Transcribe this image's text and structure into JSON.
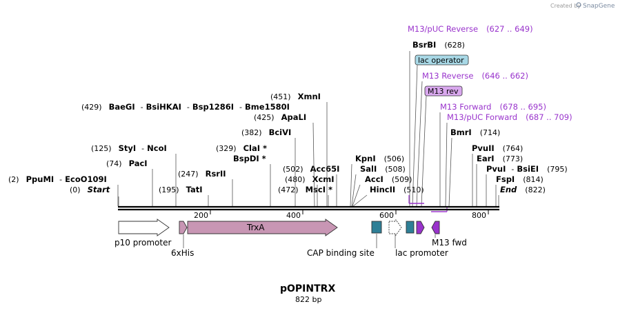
{
  "credit": {
    "text": "Created by",
    "brand": "SnapGene"
  },
  "map": {
    "title": "pOPINTRX",
    "size": "822 bp",
    "total_bp": 822
  },
  "ruler": {
    "ticks": [
      {
        "bp": 200,
        "label": "200"
      },
      {
        "bp": 400,
        "label": "400"
      },
      {
        "bp": 600,
        "label": "600"
      },
      {
        "bp": 800,
        "label": "800"
      }
    ]
  },
  "sites": [
    {
      "id": "ppumi",
      "pos": "(2)",
      "names": [
        "PpuMI",
        "EcoO109I"
      ],
      "bp": 2
    },
    {
      "id": "start",
      "pos": "(0)",
      "names": [
        "Start"
      ],
      "bp": 0,
      "italic": true
    },
    {
      "id": "styi",
      "pos": "(125)",
      "names": [
        "StyI",
        "NcoI"
      ],
      "bp": 125
    },
    {
      "id": "paci",
      "pos": "(74)",
      "names": [
        "PacI"
      ],
      "bp": 74
    },
    {
      "id": "tati",
      "pos": "(195)",
      "names": [
        "TatI"
      ],
      "bp": 195
    },
    {
      "id": "rsrii",
      "pos": "(247)",
      "names": [
        "RsrII"
      ],
      "bp": 247
    },
    {
      "id": "baegi",
      "pos": "(429)",
      "names": [
        "BaeGI",
        "BsiHKAI",
        "Bsp1286I",
        "Bme1580I"
      ],
      "bp": 429
    },
    {
      "id": "clai",
      "pos": "(329)",
      "names": [
        "ClaI *"
      ],
      "bp": 329
    },
    {
      "id": "bspdi",
      "pos": "",
      "names": [
        "BspDI *"
      ],
      "bp": 329
    },
    {
      "id": "bcivi",
      "pos": "(382)",
      "names": [
        "BciVI"
      ],
      "bp": 382
    },
    {
      "id": "apali",
      "pos": "(425)",
      "names": [
        "ApaLI"
      ],
      "bp": 425
    },
    {
      "id": "xmni",
      "pos": "(451)",
      "names": [
        "XmnI"
      ],
      "bp": 451
    },
    {
      "id": "acc65i",
      "pos": "(502)",
      "names": [
        "Acc65I"
      ],
      "bp": 502
    },
    {
      "id": "xcmi",
      "pos": "(480)",
      "names": [
        "XcmI"
      ],
      "bp": 480
    },
    {
      "id": "msci",
      "pos": "(472)",
      "names": [
        "MscI *"
      ],
      "bp": 472
    },
    {
      "id": "kpni",
      "pos": "(506)",
      "names": [
        "KpnI"
      ],
      "bp": 506
    },
    {
      "id": "sali",
      "pos": "(508)",
      "names": [
        "SalI"
      ],
      "bp": 508
    },
    {
      "id": "acci",
      "pos": "(509)",
      "names": [
        "AccI"
      ],
      "bp": 509
    },
    {
      "id": "hincii",
      "pos": "(510)",
      "names": [
        "HincII"
      ],
      "bp": 510
    },
    {
      "id": "bsrbi",
      "pos": "(628)",
      "names": [
        "BsrBI"
      ],
      "bp": 628
    },
    {
      "id": "bmri",
      "pos": "(714)",
      "names": [
        "BmrI"
      ],
      "bp": 714
    },
    {
      "id": "pvuii",
      "pos": "(764)",
      "names": [
        "PvuII"
      ],
      "bp": 764
    },
    {
      "id": "eari",
      "pos": "(773)",
      "names": [
        "EarI"
      ],
      "bp": 773
    },
    {
      "id": "pvui",
      "pos": "(795)",
      "names": [
        "PvuI",
        "BsiEI"
      ],
      "bp": 795
    },
    {
      "id": "fspi",
      "pos": "(814)",
      "names": [
        "FspI"
      ],
      "bp": 814
    },
    {
      "id": "end",
      "pos": "(822)",
      "names": [
        "End"
      ],
      "bp": 822,
      "italic": true
    }
  ],
  "primers": [
    {
      "id": "m13puc-rev",
      "name": "M13/pUC Reverse",
      "range": "(627 .. 649)"
    },
    {
      "id": "m13-rev",
      "name": "M13 Reverse",
      "range": "(646 .. 662)"
    },
    {
      "id": "m13-fwd",
      "name": "M13 Forward",
      "range": "(678 .. 695)"
    },
    {
      "id": "m13puc-fwd",
      "name": "M13/pUC Forward",
      "range": "(687 .. 709)"
    }
  ],
  "boxed": {
    "lac_operator": "lac operator",
    "m13_rev": "M13 rev"
  },
  "features": {
    "p10": "p10 promoter",
    "his": "6xHis",
    "trxa": "TrxA",
    "cap": "CAP binding site",
    "lac": "lac promoter",
    "m13fwd": "M13 fwd"
  },
  "colors": {
    "trxa": "#c896b4",
    "cap": "#2e7f96",
    "m13": "#9933cc",
    "lacop": "#a8d8e6",
    "m13rev_box": "#d9a8ee",
    "primer": "#9933cc"
  }
}
